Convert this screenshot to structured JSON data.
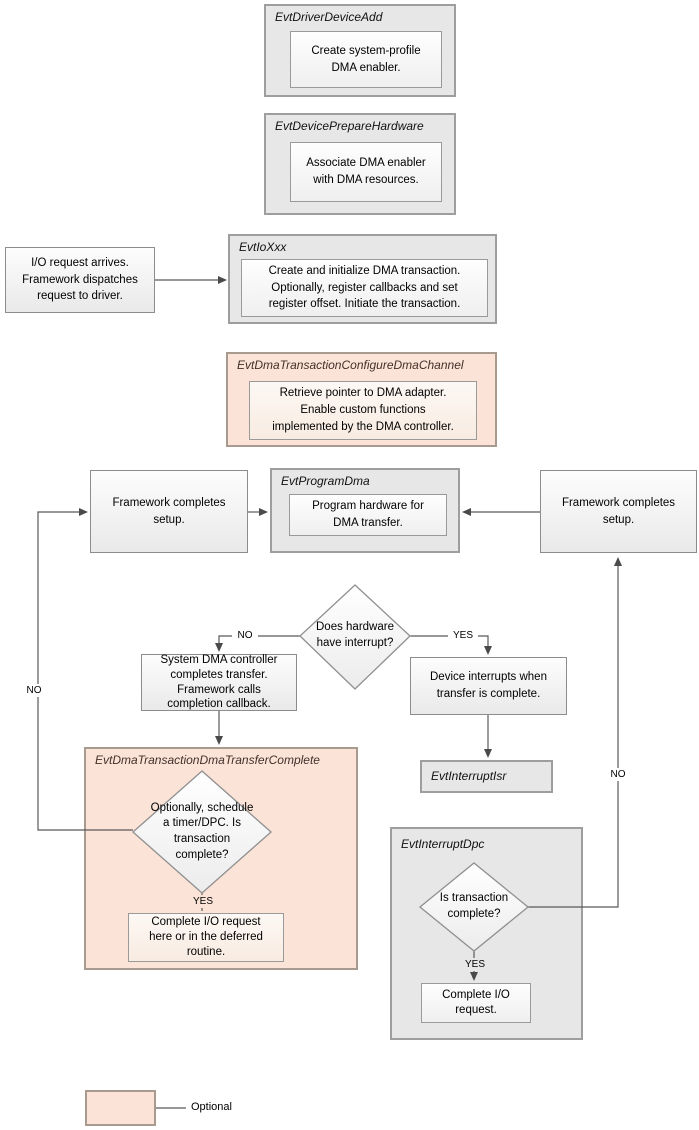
{
  "colors": {
    "container_fill": "#e7e7e7",
    "container_border": "#9e9e9e",
    "optional_fill": "#fbe3d7",
    "optional_border": "#a89a8f",
    "optional_title_text": "#43302a",
    "connector_line": "#595959"
  },
  "edge_labels": {
    "no": "NO",
    "yes": "YES"
  },
  "legend": {
    "label": "Optional"
  },
  "nodes": {
    "evt_driver_device_add": {
      "title": "EvtDriverDeviceAdd",
      "body": "Create system-profile\nDMA enabler."
    },
    "evt_device_prepare_hardware": {
      "title": "EvtDevicePrepareHardware",
      "body": "Associate DMA enabler\nwith DMA resources."
    },
    "io_request": {
      "text": "I/O request arrives.\nFramework dispatches\nrequest to driver."
    },
    "evt_io_xxx": {
      "title": "EvtIoXxx",
      "body": "Create and initialize DMA transaction.\nOptionally, register callbacks and set\nregister offset. Initiate the transaction."
    },
    "evt_dma_transaction_configure_dma_channel": {
      "title": "EvtDmaTransactionConfigureDmaChannel",
      "body": "Retrieve pointer to DMA adapter.\nEnable custom functions\nimplemented by the DMA controller."
    },
    "framework_completes_setup_left": {
      "text": "Framework completes\nsetup."
    },
    "evt_program_dma": {
      "title": "EvtProgramDma",
      "body": "Program hardware for\nDMA transfer."
    },
    "framework_completes_setup_right": {
      "text": "Framework completes\nsetup."
    },
    "does_hardware_have_interrupt": {
      "text": "Does hardware\nhave interrupt?"
    },
    "system_dma_completes": {
      "text": "System DMA controller\ncompletes transfer.\nFramework calls\ncompletion callback."
    },
    "device_interrupts": {
      "text": "Device interrupts when\ntransfer is complete."
    },
    "evt_interrupt_isr": {
      "title": "EvtInterruptIsr"
    },
    "evt_dma_transaction_dma_transfer_complete": {
      "title": "EvtDmaTransactionDmaTransferComplete",
      "decision": "Optionally, schedule\na timer/DPC.  Is\ntransaction\ncomplete?",
      "action": "Complete I/O request\nhere or in the deferred\nroutine."
    },
    "evt_interrupt_dpc": {
      "title": "EvtInterruptDpc",
      "decision": "Is transaction\ncomplete?",
      "action": "Complete I/O\nrequest."
    }
  }
}
